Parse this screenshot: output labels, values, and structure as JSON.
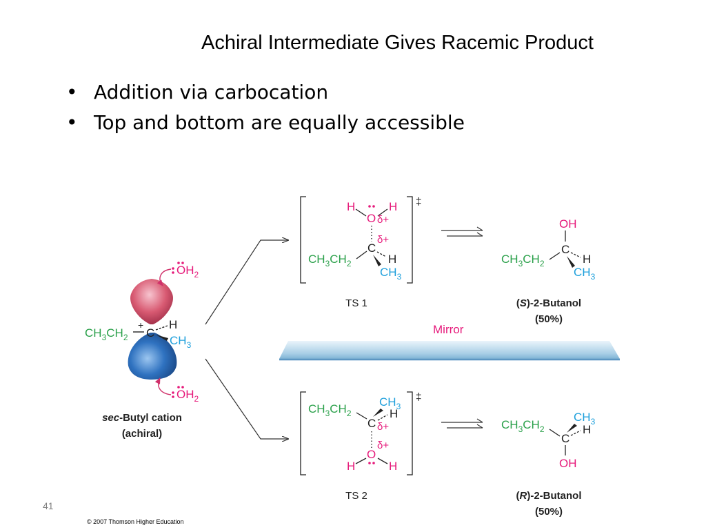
{
  "slide": {
    "title": "Achiral Intermediate Gives Racemic Product",
    "bullets": [
      "Addition via carbocation",
      "Top and bottom are equally accessible"
    ],
    "bullet_symbol": "•",
    "slide_number": "41",
    "copyright": "© 2007 Thomson Higher Education"
  },
  "figure": {
    "cation": {
      "name_italic": "sec",
      "name_rest": "-Butyl cation",
      "subtitle": "(achiral)",
      "ethyl": "CH3CH2",
      "carbon": "C",
      "charge": "+",
      "hydrogen": "H",
      "methyl": "CH3",
      "water_top": "OH2",
      "water_bottom": "OH2"
    },
    "ts1": {
      "label": "TS 1",
      "dagger": "‡",
      "h_left": "H",
      "h_right": "H",
      "oxygen": "O",
      "delta_o": "δ+",
      "delta_c": "δ+",
      "carbon": "C",
      "ethyl": "CH3CH2",
      "hydrogen": "H",
      "methyl": "CH3"
    },
    "ts2": {
      "label": "TS 2",
      "dagger": "‡",
      "ethyl": "CH3CH2",
      "methyl": "CH3",
      "hydrogen": "H",
      "carbon": "C",
      "delta_c": "δ+",
      "delta_o": "δ+",
      "oxygen": "O",
      "h_left": "H",
      "h_right": "H"
    },
    "product_s": {
      "config": "S",
      "name": "-2-Butanol",
      "percent": "(50%)",
      "oh": "OH",
      "carbon": "C",
      "ethyl": "CH3CH2",
      "hydrogen": "H",
      "methyl": "CH3"
    },
    "product_r": {
      "config": "R",
      "name": "-2-Butanol",
      "percent": "(50%)",
      "oh": "OH",
      "carbon": "C",
      "ethyl": "CH3CH2",
      "hydrogen": "H",
      "methyl": "CH3"
    },
    "mirror_label": "Mirror",
    "colors": {
      "ethyl": "#2aa04a",
      "oxygen": "#e6197a",
      "methyl": "#1fa0dc",
      "lobe_top": "#d85a72",
      "lobe_bottom": "#2f72c0",
      "mirror": "#9cc6e0"
    }
  }
}
